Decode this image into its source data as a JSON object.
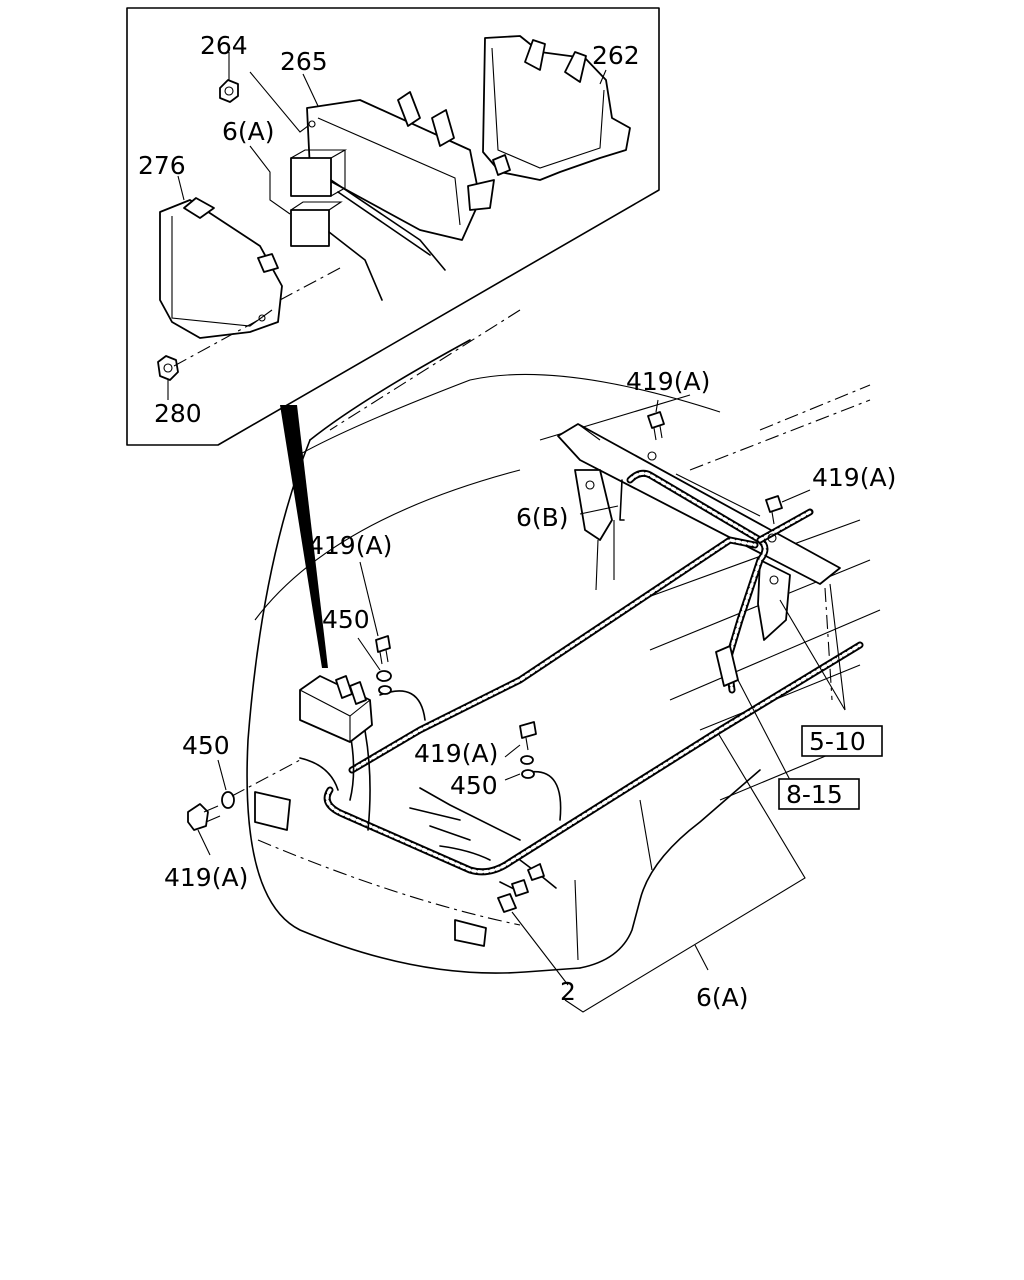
{
  "labels": {
    "p264": "264",
    "p265": "265",
    "p262": "262",
    "p6a_inset": "6(A)",
    "p276": "276",
    "p280": "280",
    "p419a_top": "419(A)",
    "p419a_right": "419(A)",
    "p6b": "6(B)",
    "p419a_left": "419(A)",
    "p450_upper": "450",
    "p450_left": "450",
    "p419a_mid": "419(A)",
    "p450_mid": "450",
    "p419a_bottom": "419(A)",
    "p2": "2",
    "p6a_bottom": "6(A)"
  },
  "references": {
    "ref_5_10": "5-10",
    "ref_8_15": "8-15"
  }
}
